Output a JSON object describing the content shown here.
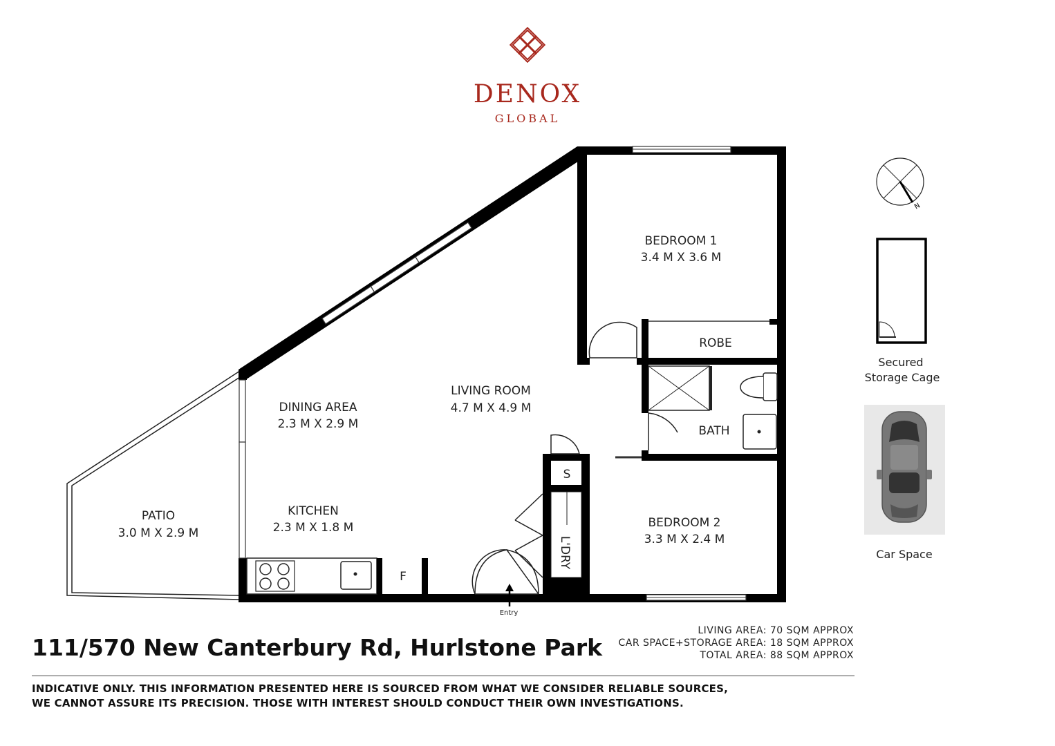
{
  "brand": {
    "name": "DENOX",
    "sub": "GLOBAL",
    "color": "#a8281d",
    "logo_icon": "knot-logo-icon"
  },
  "rooms": {
    "bedroom1": {
      "name": "BEDROOM 1",
      "dims": "3.4 M X 3.6 M"
    },
    "robe": {
      "name": "ROBE"
    },
    "bath": {
      "name": "BATH"
    },
    "living": {
      "name": "LIVING ROOM",
      "dims": "4.7 M X 4.9 M"
    },
    "dining": {
      "name": "DINING AREA",
      "dims": "2.3 M X 2.9 M"
    },
    "kitchen": {
      "name": "KITCHEN",
      "dims": "2.3 M X 1.8 M"
    },
    "patio": {
      "name": "PATIO",
      "dims": "3.0 M X 2.9 M"
    },
    "bedroom2": {
      "name": "BEDROOM 2",
      "dims": "3.3 M X 2.4 M"
    },
    "storage_s": {
      "name": "S"
    },
    "laundry": {
      "name": "L'DRY"
    },
    "fridge": {
      "name": "F"
    }
  },
  "entry_label": "Entry",
  "compass": {
    "label": "N",
    "icon": "north-compass-icon"
  },
  "storage_cage": {
    "line1": "Secured",
    "line2": "Storage Cage"
  },
  "car_space": {
    "label": "Car Space",
    "icon": "car-icon"
  },
  "address": "111/570 New Canterbury Rd, Hurlstone Park",
  "areas": [
    "LIVING AREA: 70 SQM APPROX",
    "CAR SPACE+STORAGE AREA: 18 SQM APPROX",
    "TOTAL AREA: 88 SQM APPROX"
  ],
  "disclaimer": [
    "INDICATIVE ONLY. THIS INFORMATION PRESENTED HERE IS SOURCED FROM WHAT WE CONSIDER RELIABLE SOURCES,",
    "WE CANNOT ASSURE ITS PRECISION. THOSE WITH INTEREST SHOULD CONDUCT THEIR OWN INVESTIGATIONS."
  ]
}
